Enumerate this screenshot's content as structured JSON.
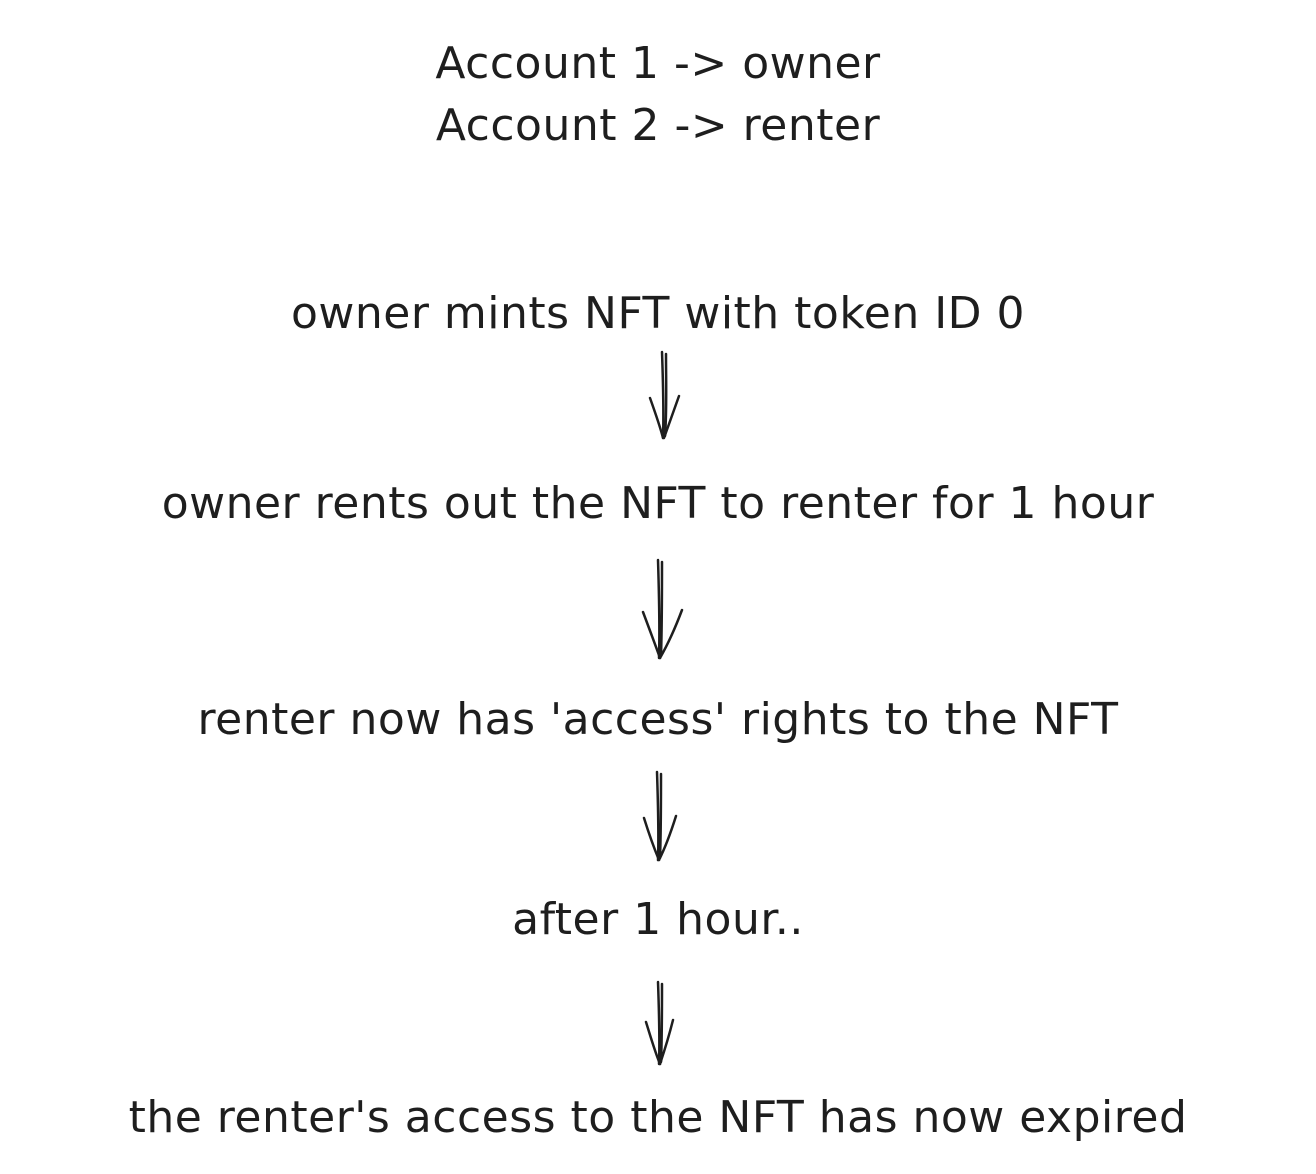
{
  "legend": [
    "Account 1 -> owner",
    "Account 2 -> renter"
  ],
  "steps": [
    "owner mints NFT with token ID 0",
    "owner rents out the NFT to renter for 1 hour",
    "renter now has 'access' rights to the NFT",
    "after 1 hour..",
    "the renter's access to the NFT has now expired"
  ],
  "colors": {
    "ink": "#1e1e1e",
    "background": "#ffffff"
  },
  "arrow_icon": "arrow-down-icon"
}
